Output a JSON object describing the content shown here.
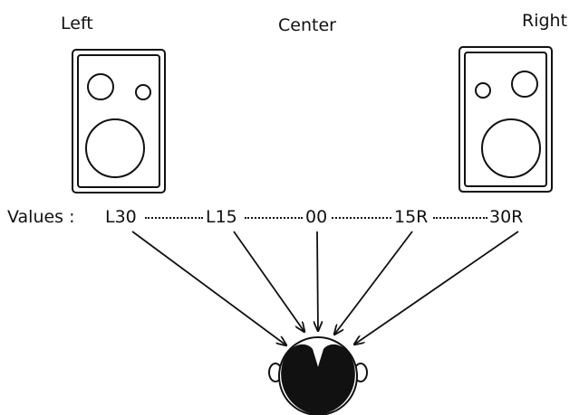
{
  "labels": {
    "left": "Left",
    "center": "Center",
    "right": "Right"
  },
  "values": {
    "prefix": "Values :",
    "items": [
      "L30",
      "L15",
      "00",
      "15R",
      "30R"
    ]
  },
  "icons": {
    "left_speaker": "speaker-icon",
    "right_speaker": "speaker-icon",
    "listener": "listener-head-icon"
  }
}
